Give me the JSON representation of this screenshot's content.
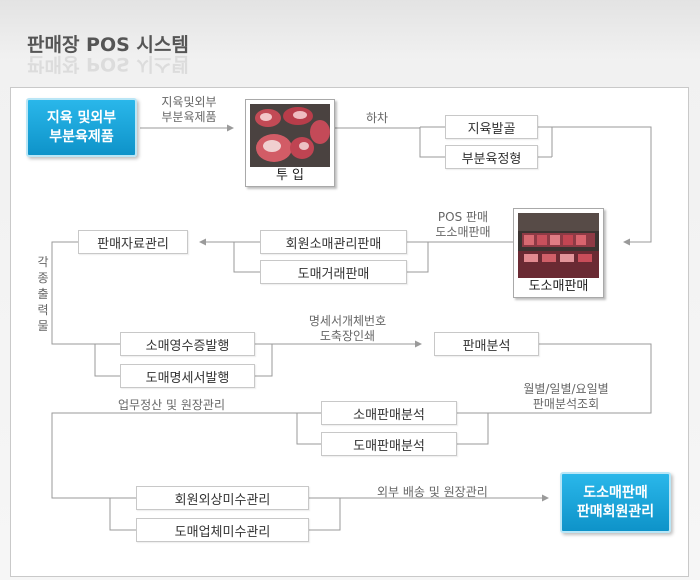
{
  "title": "판매장 POS 시스템",
  "start_node": {
    "line1": "지육 및외부",
    "line2": "부분육제품"
  },
  "end_node": {
    "line1": "도소매판매",
    "line2": "판매회원관리"
  },
  "photo_input": {
    "caption": "투  입"
  },
  "photo_sale": {
    "caption": "도소매판매"
  },
  "boxes": {
    "jiyuk_balgol": "지육발골",
    "bubun_jeonghyeong": "부분육정형",
    "member_retail_sale": "회원소매관리판매",
    "wholesale_trade": "도매거래판매",
    "sales_data_mgmt": "판매자료관리",
    "retail_receipt": "소매영수증발행",
    "wholesale_statement": "도매명세서발행",
    "sales_analysis": "판매분석",
    "retail_sales_analysis": "소매판매분석",
    "wholesale_sales_analysis": "도매판매분석",
    "member_credit_mgmt": "회원외상미수관리",
    "wholesale_company_credit": "도매업체미수관리"
  },
  "labels": {
    "input_arrow": [
      "지육및외부",
      "부분육제품"
    ],
    "unload": "하차",
    "pos_sale": [
      "POS 판매",
      "도소매판매"
    ],
    "reports_vertical": "각종출력물",
    "statement_print": [
      "명세서개체번호",
      "도축장인쇄"
    ],
    "period_analysis": [
      "월별/일별/요일별",
      "판매분석조회"
    ],
    "settlement": "업무정산 및 원장관리",
    "delivery": "외부 배송 및 원장관리"
  }
}
